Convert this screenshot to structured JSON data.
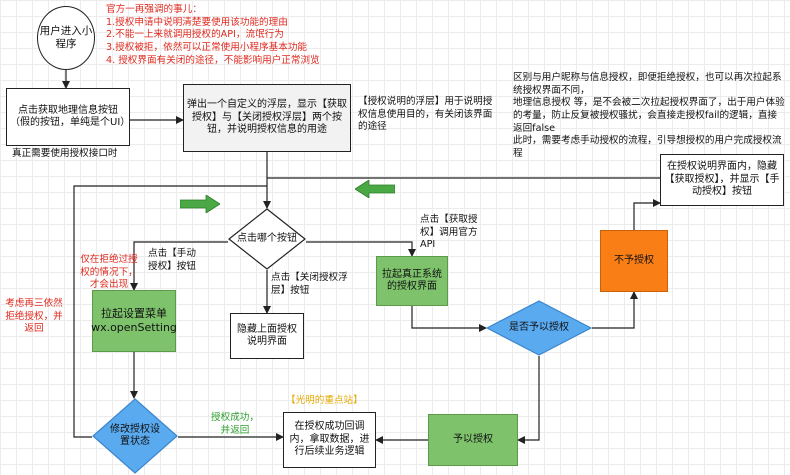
{
  "start": "用户进入小程序",
  "notice": {
    "title": "官方一再强调的事儿：",
    "items": [
      "1.授权申请中说明清楚要使用该功能的理由",
      "2.不能一上来就调用授权的API，流氓行为",
      "3.授权被拒，依然可以正常使用小程序基本功能",
      "4. 授权界面有关闭的途径，不能影响用户正常浏览"
    ]
  },
  "nodes": {
    "click_location": "点击获取地理信息按钮（假的按钮，单纯是个UI）",
    "click_location_note": "真正需要使用授权接口时",
    "popup": "弹出一个自定义的浮层，显示【获取授权】与【关闭授权浮层】两个按钮，并说明授权信息的用途",
    "popup_note": "【授权说明的浮层】用于说明授权信息使用目的，有关闭该界面的途径",
    "which_button": "点击哪个按钮",
    "open_settings": "拉起设置菜单wx.openSetting",
    "hide_layer": "隐藏上面授权说明界面",
    "invoke_auth": "拉起真正系统的授权界面",
    "grant_decision": "是否予以授权",
    "deny": "不予授权",
    "grant": "予以授权",
    "success_logic": "在授权成功回调内，拿取数据，进行后续业务逻辑",
    "modify_state": "修改授权设置状态",
    "show_manual": "在授权说明界面内，隐藏【获取授权】，并显示【手动授权】按钮"
  },
  "labels": {
    "manual_auth": "点击【手动授权】按钮",
    "only_after_reject": "仅在拒绝过授权的情况下，才会出现",
    "close_layer": "点击【关闭授权浮层】按钮",
    "get_auth": "点击【获取授权】调用官方API",
    "reject_again": "考虑再三依然拒绝授权，并返回",
    "auth_success": "授权成功，并返回",
    "highlight": "【光明的重点站】"
  },
  "right_note": [
    "区别与用户昵称与信息授权，即便拒绝授权，也可以再次拉起系统授权界面不同，",
    "地理信息授权 等，是不会被二次拉起授权界面了，出于用户体验的考量，防止反复被授权骚扰，会直接走授权fail的逻辑，直接返回false",
    "此时，需要考虑手动授权的流程，引导想授权的用户完成授权流程"
  ],
  "colors": {
    "red": "#e02a1f",
    "green": "#7ec36c",
    "orange": "#f97e16",
    "blue": "#5aaaf0",
    "dark_green": "#2e9f2e"
  }
}
